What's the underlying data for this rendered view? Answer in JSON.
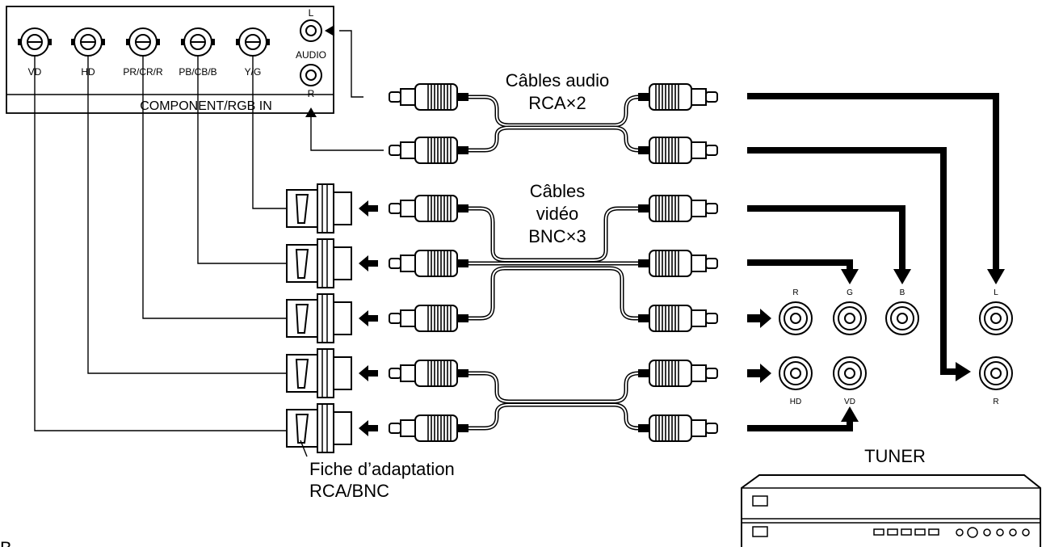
{
  "panel": {
    "title": "COMPONENT/RGB IN",
    "connectors": [
      "VD",
      "HD",
      "PR/CR/R",
      "PB/CB/B",
      "Y/G"
    ],
    "audio": {
      "label": "AUDIO",
      "left": "L",
      "right": "R"
    }
  },
  "labels": {
    "audio_cables_line1": "Câbles audio",
    "audio_cables_line2": "RCA×2",
    "video_cables_line1": "Câbles",
    "video_cables_line2": "vidéo",
    "video_cables_line3": "BNC×3",
    "adapter_line1": "Fiche d’adaptation",
    "adapter_line2": "RCA/BNC",
    "tuner": "TUNER",
    "corner": "B"
  },
  "tuner_jacks": {
    "R": "R",
    "G": "G",
    "B": "B",
    "L": "L",
    "HD": "HD",
    "VD": "VD",
    "audio_R": "R"
  }
}
